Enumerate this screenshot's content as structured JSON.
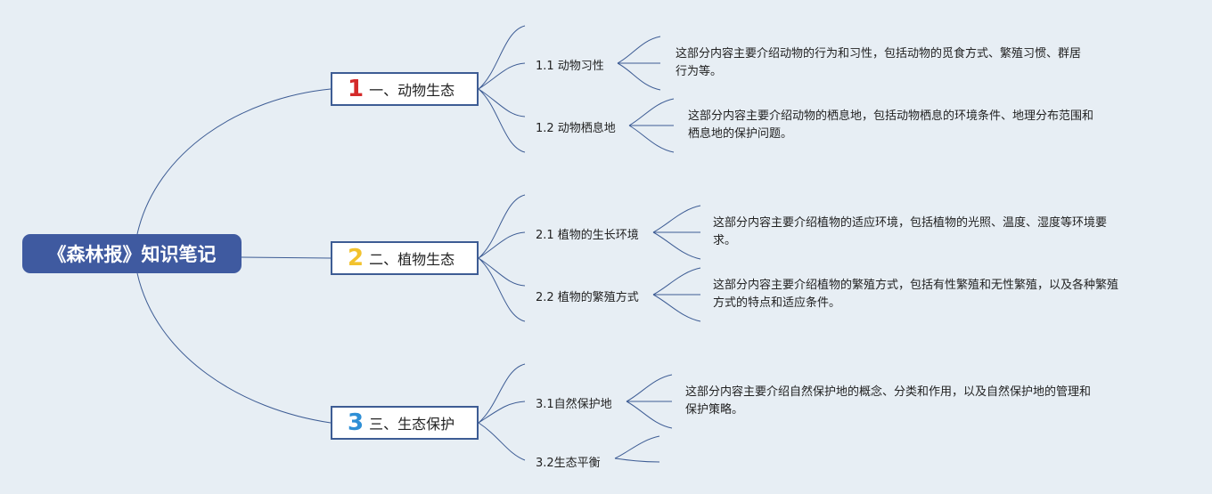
{
  "root": {
    "title": "《森林报》知识笔记"
  },
  "topics": [
    {
      "num": "1",
      "num_color": "#d42a2a",
      "label": "一、动物生态",
      "subs": [
        {
          "label": "1.1 动物习性",
          "desc": "这部分内容主要介绍动物的行为和习性，包括动物的觅食方式、繁殖习惯、群居\n行为等。"
        },
        {
          "label": "1.2 动物栖息地",
          "desc": "这部分内容主要介绍动物的栖息地，包括动物栖息的环境条件、地理分布范围和\n栖息地的保护问题。"
        }
      ]
    },
    {
      "num": "2",
      "num_color": "#f2c22e",
      "label": "二、植物生态",
      "subs": [
        {
          "label": "2.1 植物的生长环境",
          "desc": "这部分内容主要介绍植物的适应环境，包括植物的光照、温度、湿度等环境要\n求。"
        },
        {
          "label": "2.2 植物的繁殖方式",
          "desc": "这部分内容主要介绍植物的繁殖方式，包括有性繁殖和无性繁殖，以及各种繁殖\n方式的特点和适应条件。"
        }
      ]
    },
    {
      "num": "3",
      "num_color": "#2e8fd6",
      "label": "三、生态保护",
      "subs": [
        {
          "label": "3.1自然保护地",
          "desc": "这部分内容主要介绍自然保护地的概念、分类和作用，以及自然保护地的管理和\n保护策略。"
        },
        {
          "label": "3.2生态平衡",
          "desc": ""
        }
      ]
    }
  ],
  "colors": {
    "line": "#3d5c94",
    "root_bg": "#3f5aa0",
    "background": "#e7eef4"
  }
}
